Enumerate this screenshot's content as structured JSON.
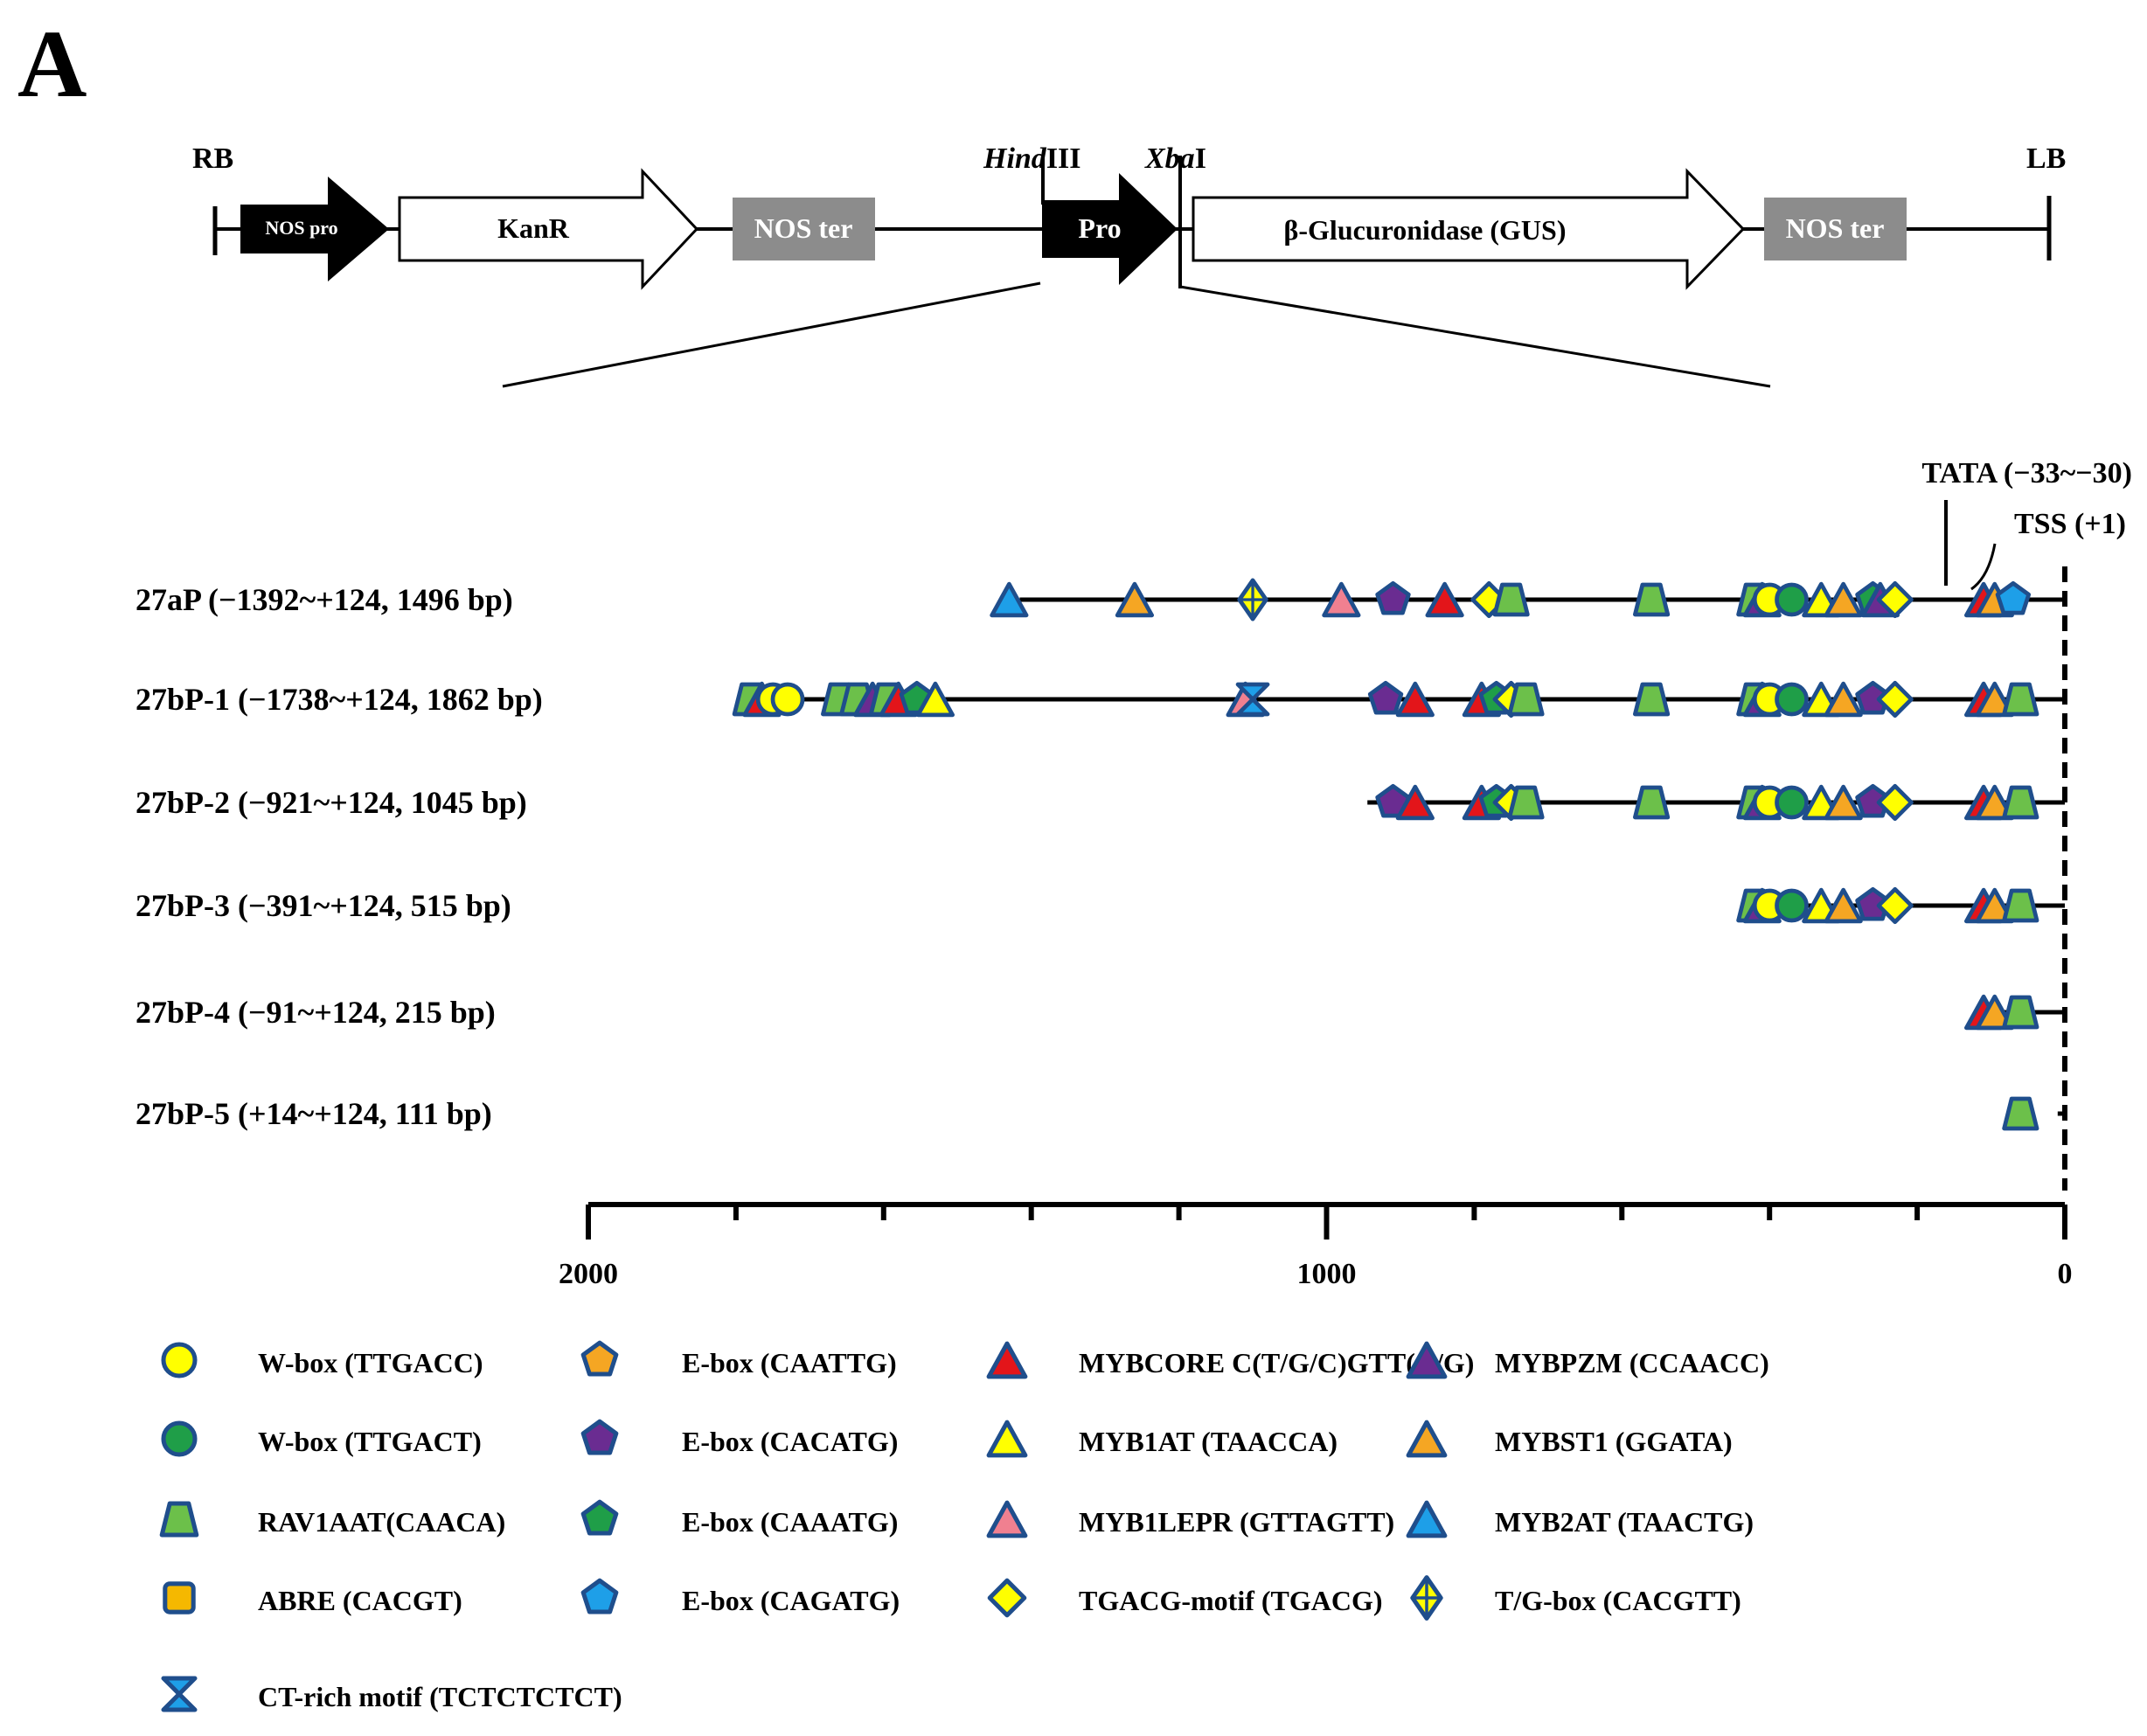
{
  "panel_label": "A",
  "vector": {
    "rb": "RB",
    "lb": "LB",
    "nos_pro": "NOS pro",
    "kanr": "KanR",
    "nos_ter_1": "NOS ter",
    "hind_italic": "Hind",
    "hind_suffix": "III",
    "xba_italic": "Xba",
    "xba_suffix": "I",
    "pro": "Pro",
    "gus": "β-Glucuronidase (GUS)",
    "nos_ter_2": "NOS ter"
  },
  "annotations": {
    "tata": "TATA (−33~−30)",
    "tss": "TSS (+1)"
  },
  "constructs": [
    {
      "label": "27aP (−1392~+124, 1496 bp)",
      "start": -1392,
      "end": 124,
      "motifs": [
        [
          "myb2at",
          -1430
        ],
        [
          "mybst1",
          -1260
        ],
        [
          "tg_box",
          -1100
        ],
        [
          "myb1lepr",
          -980
        ],
        [
          "ebox_cacatg",
          -910
        ],
        [
          "mybcore",
          -840
        ],
        [
          "tgacg",
          -780
        ],
        [
          "rav1aat",
          -750
        ],
        [
          "rav1aat",
          -560
        ],
        [
          "rav1aat",
          -420
        ],
        [
          "mybpzm",
          -410
        ],
        [
          "wbox_ttgacc",
          -400
        ],
        [
          "wbox_ttgact",
          -370
        ],
        [
          "myb1at",
          -330
        ],
        [
          "mybst1",
          -300
        ],
        [
          "ebox_caaatg",
          -260
        ],
        [
          "mybpzm",
          -250
        ],
        [
          "tgacg",
          -230
        ],
        [
          "mybcore",
          -110
        ],
        [
          "mybst1",
          -95
        ],
        [
          "ebox_cagatg",
          -70
        ]
      ]
    },
    {
      "label": "27bP-1 (−1738~+124, 1862 bp)",
      "start": -1738,
      "end": 124,
      "motifs": [
        [
          "rav1aat",
          -1780
        ],
        [
          "mybcore",
          -1765
        ],
        [
          "wbox_ttgacc",
          -1750
        ],
        [
          "wbox_ttgacc",
          -1730
        ],
        [
          "rav1aat",
          -1660
        ],
        [
          "rav1aat",
          -1635
        ],
        [
          "mybpzm",
          -1615
        ],
        [
          "rav1aat",
          -1595
        ],
        [
          "mybcore",
          -1580
        ],
        [
          "ebox_caaatg",
          -1555
        ],
        [
          "myb1at",
          -1530
        ],
        [
          "myb1lepr",
          -1110
        ],
        [
          "ct_rich",
          -1100
        ],
        [
          "ebox_cacatg",
          -920
        ],
        [
          "mybcore",
          -880
        ],
        [
          "mybcore",
          -790
        ],
        [
          "ebox_caaatg",
          -770
        ],
        [
          "tgacg",
          -750
        ],
        [
          "rav1aat",
          -730
        ],
        [
          "rav1aat",
          -560
        ],
        [
          "rav1aat",
          -420
        ],
        [
          "mybpzm",
          -410
        ],
        [
          "wbox_ttgacc",
          -400
        ],
        [
          "wbox_ttgact",
          -370
        ],
        [
          "myb1at",
          -330
        ],
        [
          "mybst1",
          -300
        ],
        [
          "ebox_cacatg",
          -260
        ],
        [
          "tgacg",
          -230
        ],
        [
          "mybcore",
          -110
        ],
        [
          "mybst1",
          -95
        ],
        [
          "rav1aat",
          -60
        ]
      ]
    },
    {
      "label": "27bP-2 (−921~+124, 1045 bp)",
      "start": -921,
      "end": 124,
      "motifs": [
        [
          "ebox_cacatg",
          -910
        ],
        [
          "mybcore",
          -880
        ],
        [
          "mybcore",
          -790
        ],
        [
          "ebox_caaatg",
          -770
        ],
        [
          "tgacg",
          -750
        ],
        [
          "rav1aat",
          -730
        ],
        [
          "rav1aat",
          -560
        ],
        [
          "rav1aat",
          -420
        ],
        [
          "mybpzm",
          -410
        ],
        [
          "wbox_ttgacc",
          -400
        ],
        [
          "wbox_ttgact",
          -370
        ],
        [
          "myb1at",
          -330
        ],
        [
          "mybst1",
          -300
        ],
        [
          "ebox_cacatg",
          -260
        ],
        [
          "tgacg",
          -230
        ],
        [
          "mybcore",
          -110
        ],
        [
          "mybst1",
          -95
        ],
        [
          "rav1aat",
          -60
        ]
      ]
    },
    {
      "label": "27bP-3 (−391~+124, 515 bp)",
      "start": -391,
      "end": 124,
      "motifs": [
        [
          "rav1aat",
          -420
        ],
        [
          "mybpzm",
          -410
        ],
        [
          "wbox_ttgacc",
          -400
        ],
        [
          "wbox_ttgact",
          -370
        ],
        [
          "myb1at",
          -330
        ],
        [
          "mybst1",
          -300
        ],
        [
          "ebox_cacatg",
          -260
        ],
        [
          "tgacg",
          -230
        ],
        [
          "mybcore",
          -110
        ],
        [
          "mybst1",
          -95
        ],
        [
          "rav1aat",
          -60
        ]
      ]
    },
    {
      "label": "27bP-4 (−91~+124, 215 bp)",
      "start": -91,
      "end": 124,
      "motifs": [
        [
          "mybcore",
          -110
        ],
        [
          "mybst1",
          -95
        ],
        [
          "rav1aat",
          -60
        ]
      ]
    },
    {
      "label": "27bP-5 (+14~+124, 111 bp)",
      "start": 14,
      "end": 124,
      "motifs": [
        [
          "rav1aat",
          -60
        ]
      ]
    }
  ],
  "axis": {
    "range": [
      2000,
      0
    ],
    "major_ticks": [
      2000,
      1000,
      0
    ],
    "minor_ticks": [
      1800,
      1600,
      1400,
      1200,
      800,
      600,
      400,
      200
    ],
    "tick_labels": [
      "2000",
      "1000",
      "0"
    ]
  },
  "legend": [
    {
      "id": "wbox_ttgacc",
      "label": "W-box (TTGACC)",
      "shape": "circle",
      "color": "#FFFF00"
    },
    {
      "id": "ebox_caattg",
      "label": "E-box (CAATTG)",
      "shape": "pentagon",
      "color": "#F5A623"
    },
    {
      "id": "mybcore",
      "label": "MYBCORE C(T/G/C)GTT(A/G)",
      "shape": "triangle",
      "color": "#E3151A"
    },
    {
      "id": "mybpzm",
      "label": "MYBPZM (CCAACC)",
      "shape": "triangle",
      "color": "#6A2C91"
    },
    {
      "id": "wbox_ttgact",
      "label": "W-box (TTGACT)",
      "shape": "circle",
      "color": "#1F9E48"
    },
    {
      "id": "ebox_cacatg",
      "label": "E-box (CACATG)",
      "shape": "pentagon",
      "color": "#6A2C91"
    },
    {
      "id": "myb1at",
      "label": "MYB1AT (TAACCA)",
      "shape": "triangle",
      "color": "#FFFF00"
    },
    {
      "id": "mybst1",
      "label": "MYBST1 (GGATA)",
      "shape": "triangle",
      "color": "#F5A623"
    },
    {
      "id": "rav1aat",
      "label": "RAV1AAT(CAACA)",
      "shape": "trapezoid",
      "color": "#6CC04A"
    },
    {
      "id": "ebox_caaatg",
      "label": "E-box (CAAATG)",
      "shape": "pentagon",
      "color": "#1F9E48"
    },
    {
      "id": "myb1lepr",
      "label": "MYB1LEPR (GTTAGTT)",
      "shape": "triangle",
      "color": "#F08090"
    },
    {
      "id": "myb2at",
      "label": "MYB2AT (TAACTG)",
      "shape": "triangle",
      "color": "#1E9FE8"
    },
    {
      "id": "abre",
      "label": "ABRE (CACGT)",
      "shape": "roundsquare",
      "color": "#F5B800"
    },
    {
      "id": "ebox_cagatg",
      "label": "E-box (CAGATG)",
      "shape": "pentagon",
      "color": "#1E9FE8"
    },
    {
      "id": "tgacg",
      "label": "TGACG-motif (TGACG)",
      "shape": "diamond",
      "color": "#FFFF00"
    },
    {
      "id": "tg_box",
      "label": "T/G-box (CACGTT)",
      "shape": "tgbox",
      "color": "#FFFF00"
    },
    {
      "id": "ct_rich",
      "label": "CT-rich motif (TCTCTCTCT)",
      "shape": "hourglass",
      "color": "#1E9FE8"
    }
  ],
  "colors": {
    "stroke": "#1F4E8C",
    "vector_black": "#000000",
    "nos_ter_grey": "#8C8C8C"
  }
}
